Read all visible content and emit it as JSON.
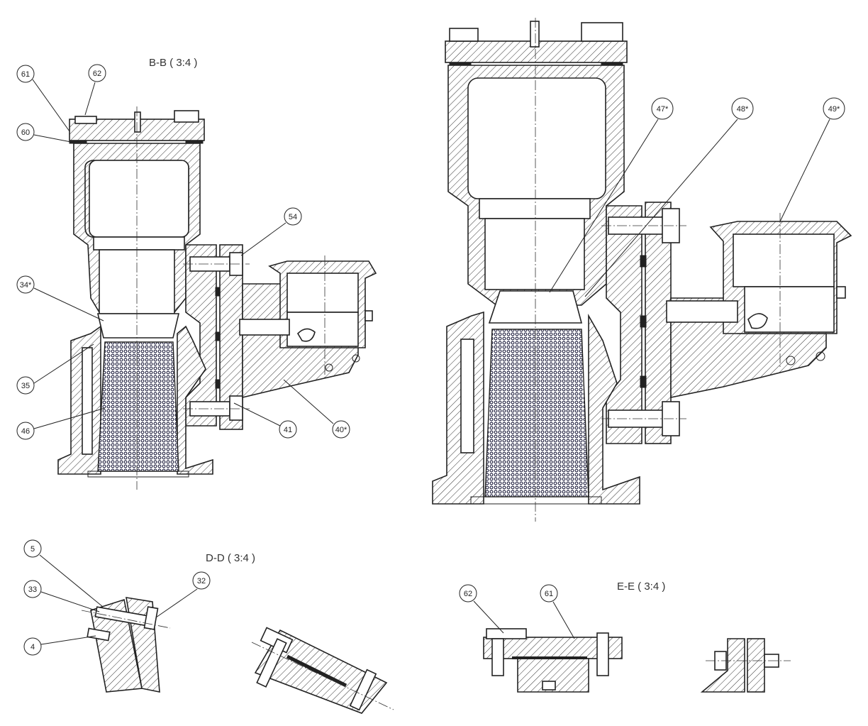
{
  "views": {
    "bb": {
      "title": "B-B ( 3:4 )"
    },
    "dd": {
      "title": "D-D ( 3:4 )"
    },
    "ee": {
      "title": "E-E ( 3:4 )"
    }
  },
  "callouts": {
    "c61": "61",
    "c62": "62",
    "c60": "60",
    "c54": "54",
    "c34": "34*",
    "c35": "35",
    "c46": "46",
    "c41": "41",
    "c40": "40*",
    "c47": "47*",
    "c48": "48*",
    "c49": "49*",
    "c5": "5",
    "c33": "33",
    "c4": "4",
    "c32": "32",
    "c62b": "62",
    "c61b": "61"
  },
  "colors": {
    "line": "#222222",
    "background": "#ffffff"
  }
}
